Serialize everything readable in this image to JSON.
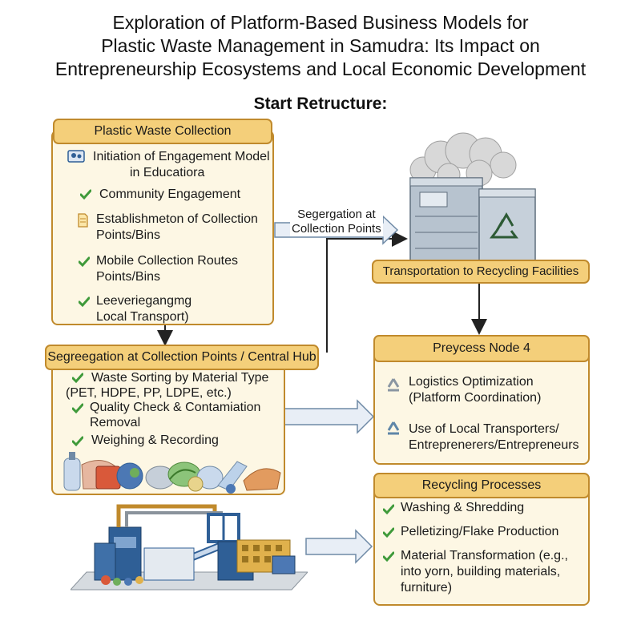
{
  "title": {
    "line1": "Exploration of Platform-Based Business Models for",
    "line2": "Plastic Waste Management in Samudra: Its Impact on",
    "line3": "Entrepreneurship Ecosystems and Local Economic Development"
  },
  "subtitle": "Start Retructure:",
  "collection": {
    "header": "Plastic Waste Collection",
    "items": [
      {
        "line1": "Initiation of Engagement Model",
        "line2": "in Educatiora"
      },
      {
        "line1": "Community Engagement"
      },
      {
        "line1": "Establishmeton of Collection",
        "line2": "Points/Bins"
      },
      {
        "line1": "Mobile Collection Routes",
        "line2": "Points/Bins"
      },
      {
        "line1": "Leeveriegangmg",
        "line2": "Local Transport)"
      }
    ]
  },
  "arrow_label": {
    "line1": "Segergation at",
    "line2": "Collection Points"
  },
  "transport": {
    "header": "Transportation to Recycling Facilities"
  },
  "segregation": {
    "header": "Segreegation at Collection Points / Central Hub",
    "items": [
      {
        "line1": "Waste Sorting by Material Type",
        "line2": "(PET, HDPE, PP, LDPE, etc.)"
      },
      {
        "line1": "Quality Check & Contamiation",
        "line2": "Removal"
      },
      {
        "line1": "Weighing & Recording"
      }
    ]
  },
  "process_node": {
    "header": "Preycess Node 4",
    "items": [
      {
        "line1": "Logistics Optimization",
        "line2": "(Platform Coordination)"
      },
      {
        "line1": "Use of Local Transporters/",
        "line2": "Entreprenerers/Entrepreneurs"
      }
    ]
  },
  "recycling": {
    "header": "Recycling Processes",
    "items": [
      {
        "line1": "Washing & Shredding"
      },
      {
        "line1": "Pelletizing/Flake Production"
      },
      {
        "line1": "Material Transformation (e.g.,",
        "line2": "into yorn, building materials,",
        "line3": "furniture)"
      }
    ]
  },
  "colors": {
    "panel_border": "#c08a2c",
    "panel_fill": "#fdf7e4",
    "header_fill": "#f4cf7a",
    "check_green": "#3f9a3a",
    "recycle_blue": "#5f86a8",
    "factory_blue": "#2f5f96"
  },
  "icons": [
    "people-icon",
    "document-icon",
    "check-icon",
    "recycle-icon",
    "factory-illustration",
    "recycling-plant-illustration",
    "plastic-waste-illustration"
  ]
}
